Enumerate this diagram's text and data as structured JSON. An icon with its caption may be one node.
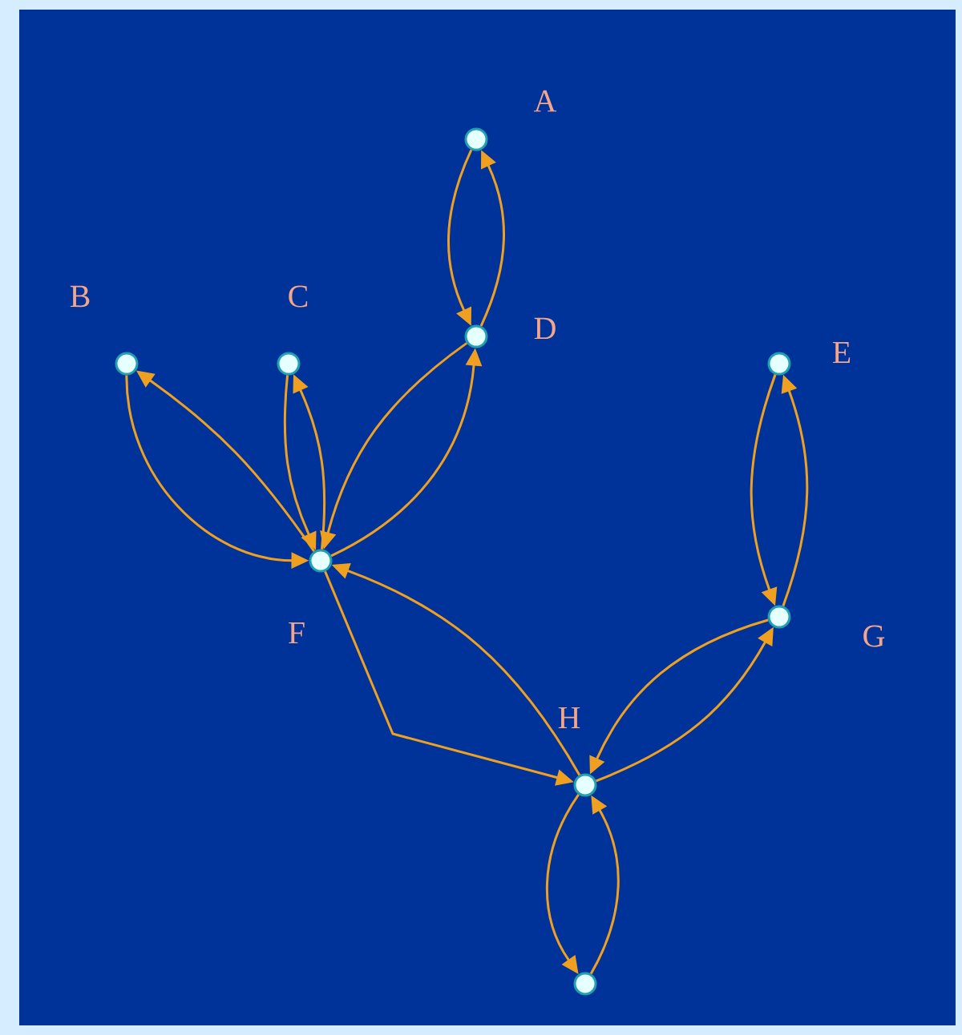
{
  "diagram": {
    "nodes": [
      {
        "text": [],
        "shape": "circle",
        "beside": [
          "A"
        ]
      },
      {
        "text": [],
        "shape": "circle",
        "beside": [
          "B"
        ]
      },
      {
        "text": [],
        "shape": "circle",
        "beside": [
          "C"
        ]
      },
      {
        "text": [],
        "shape": "circle",
        "beside": [
          "D"
        ]
      },
      {
        "text": [],
        "shape": "circle",
        "beside": [
          "E"
        ]
      },
      {
        "text": [],
        "shape": "circle",
        "beside": [
          "F"
        ]
      },
      {
        "text": [],
        "shape": "circle",
        "beside": [
          "G"
        ]
      },
      {
        "text": [],
        "shape": "circle",
        "beside": [
          "H"
        ]
      },
      {
        "text": [],
        "shape": "circle"
      }
    ],
    "edges": [
      {
        "from": 0,
        "to": 3,
        "arrow": "to"
      },
      {
        "from": 3,
        "to": 0,
        "arrow": "to"
      },
      {
        "from": 1,
        "to": 5,
        "arrow": "to"
      },
      {
        "from": 5,
        "to": 1,
        "arrow": "to"
      },
      {
        "from": 2,
        "to": 5,
        "arrow": "to"
      },
      {
        "from": 5,
        "to": 2,
        "arrow": "to"
      },
      {
        "from": 3,
        "to": 5,
        "arrow": "to"
      },
      {
        "from": 5,
        "to": 3,
        "arrow": "to"
      },
      {
        "from": 4,
        "to": 6,
        "arrow": "to"
      },
      {
        "from": 6,
        "to": 4,
        "arrow": "to"
      },
      {
        "from": 5,
        "to": 7,
        "arrow": "to"
      },
      {
        "from": 7,
        "to": 5,
        "arrow": "to"
      },
      {
        "from": 6,
        "to": 7,
        "arrow": "to"
      },
      {
        "from": 7,
        "to": 6,
        "arrow": "to"
      },
      {
        "from": 7,
        "to": 8,
        "arrow": "to"
      },
      {
        "from": 8,
        "to": 7,
        "arrow": "to"
      }
    ]
  }
}
